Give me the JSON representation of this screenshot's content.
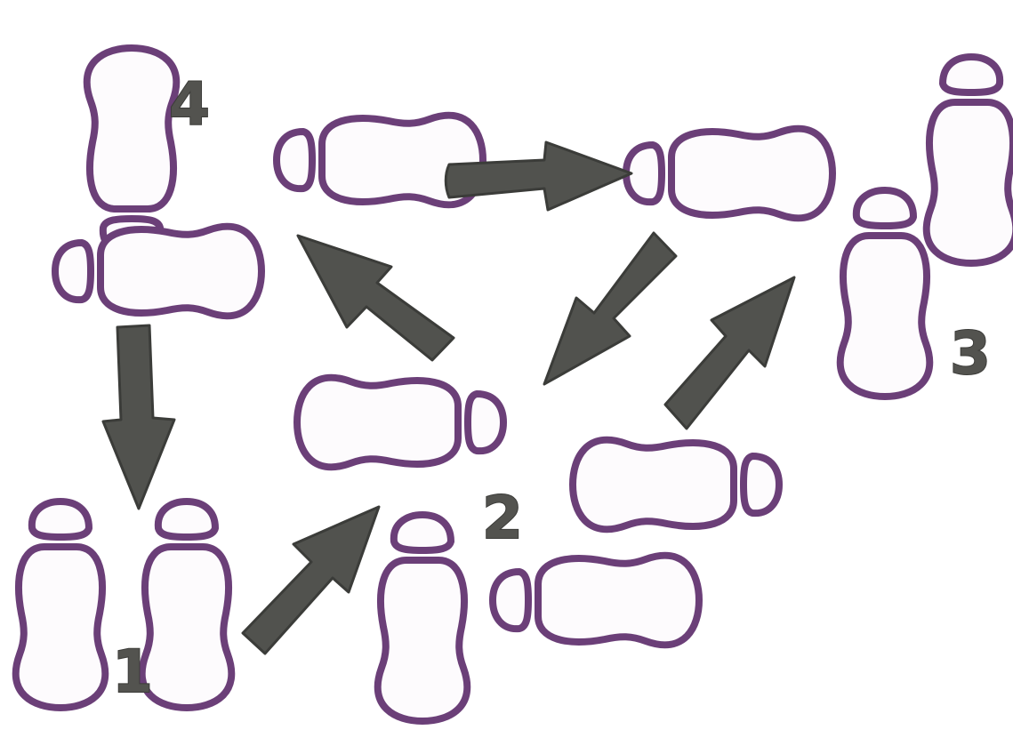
{
  "steps": [
    {
      "label": "1"
    },
    {
      "label": "2"
    },
    {
      "label": "3"
    },
    {
      "label": "4"
    }
  ],
  "colors": {
    "footprint_outline": "#6b3f78",
    "footprint_inner": "#fdfbfd",
    "arrow_fill": "#51524e",
    "number_fill": "#53534f",
    "background": "#ffffff"
  },
  "icons": [
    "footprint-icon",
    "arrow-icon"
  ]
}
